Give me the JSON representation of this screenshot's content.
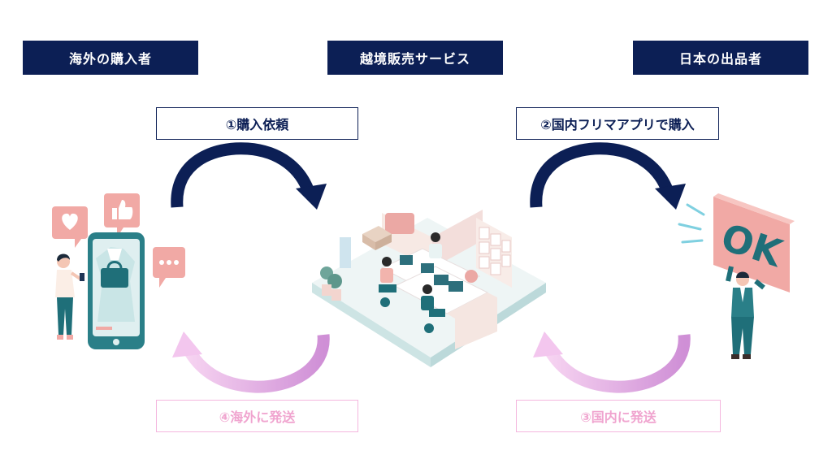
{
  "headers": {
    "buyer": "海外の購入者",
    "service": "越境販売サービス",
    "seller": "日本の出品者"
  },
  "steps": {
    "step1": "①購入依頼",
    "step2": "②国内フリマアプリで購入",
    "step3": "③国内に発送",
    "step4": "④海外に発送"
  },
  "illustration": {
    "ok_sign": "OK"
  },
  "colors": {
    "navy": "#0c1f55",
    "pink_arrow": "#e6a6e6",
    "teal": "#1f6f79",
    "salmon": "#f1a9a5"
  }
}
